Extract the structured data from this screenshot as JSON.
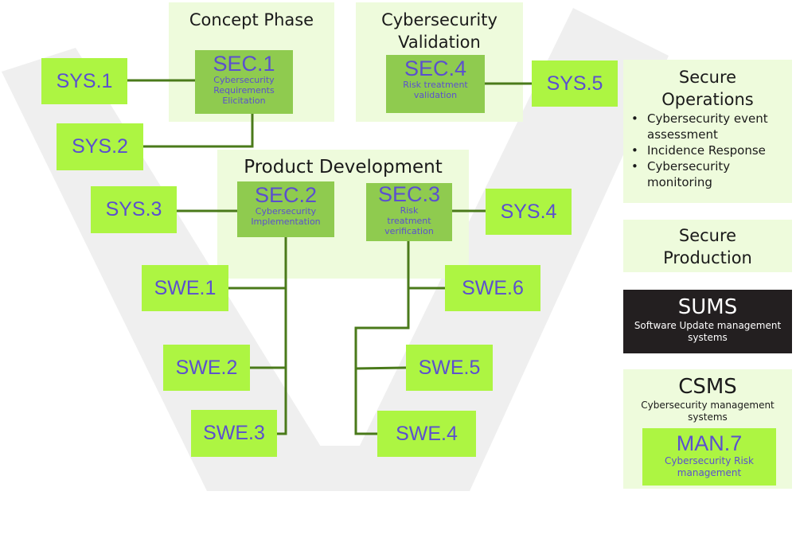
{
  "colors": {
    "v_shape": "#efefef",
    "phase_bg": "#eefbdc",
    "sec_box": "#8fcb4f",
    "process_box": "#adf542",
    "text_purple": "#5b4fcf",
    "connector": "#4a7a1a",
    "sums_bg": "#231f20"
  },
  "phases": {
    "concept": {
      "title": "Concept Phase"
    },
    "validation": {
      "title_line1": "Cybersecurity",
      "title_line2": "Validation"
    },
    "product": {
      "title": "Product Development"
    }
  },
  "sec": {
    "sec1": {
      "code": "SEC.1",
      "desc": [
        "Cybersecurity",
        "Requirements",
        "Elicitation"
      ]
    },
    "sec2": {
      "code": "SEC.2",
      "desc": [
        "Cybersecurity",
        "Implementation"
      ]
    },
    "sec3": {
      "code": "SEC.3",
      "desc": [
        "Risk",
        "treatment",
        "verification"
      ]
    },
    "sec4": {
      "code": "SEC.4",
      "desc": [
        "Risk treatment",
        "validation"
      ]
    }
  },
  "processes": {
    "sys1": "SYS.1",
    "sys2": "SYS.2",
    "sys3": "SYS.3",
    "sys4": "SYS.4",
    "sys5": "SYS.5",
    "swe1": "SWE.1",
    "swe2": "SWE.2",
    "swe3": "SWE.3",
    "swe4": "SWE.4",
    "swe5": "SWE.5",
    "swe6": "SWE.6"
  },
  "side_panels": {
    "operations": {
      "title_line1": "Secure",
      "title_line2": "Operations",
      "items": [
        [
          "Cybersecurity event",
          "assessment"
        ],
        [
          "Incidence Response"
        ],
        [
          "Cybersecurity",
          "monitoring"
        ]
      ]
    },
    "production": {
      "title_line1": "Secure",
      "title_line2": "Production"
    },
    "sums": {
      "title": "SUMS",
      "desc_line1": "Software Update management",
      "desc_line2": "systems"
    },
    "csms": {
      "title": "CSMS",
      "desc_line1": "Cybersecurity management",
      "desc_line2": "systems",
      "man7": {
        "code": "MAN.7",
        "desc_line1": "Cybersecurity Risk",
        "desc_line2": "management"
      }
    }
  }
}
